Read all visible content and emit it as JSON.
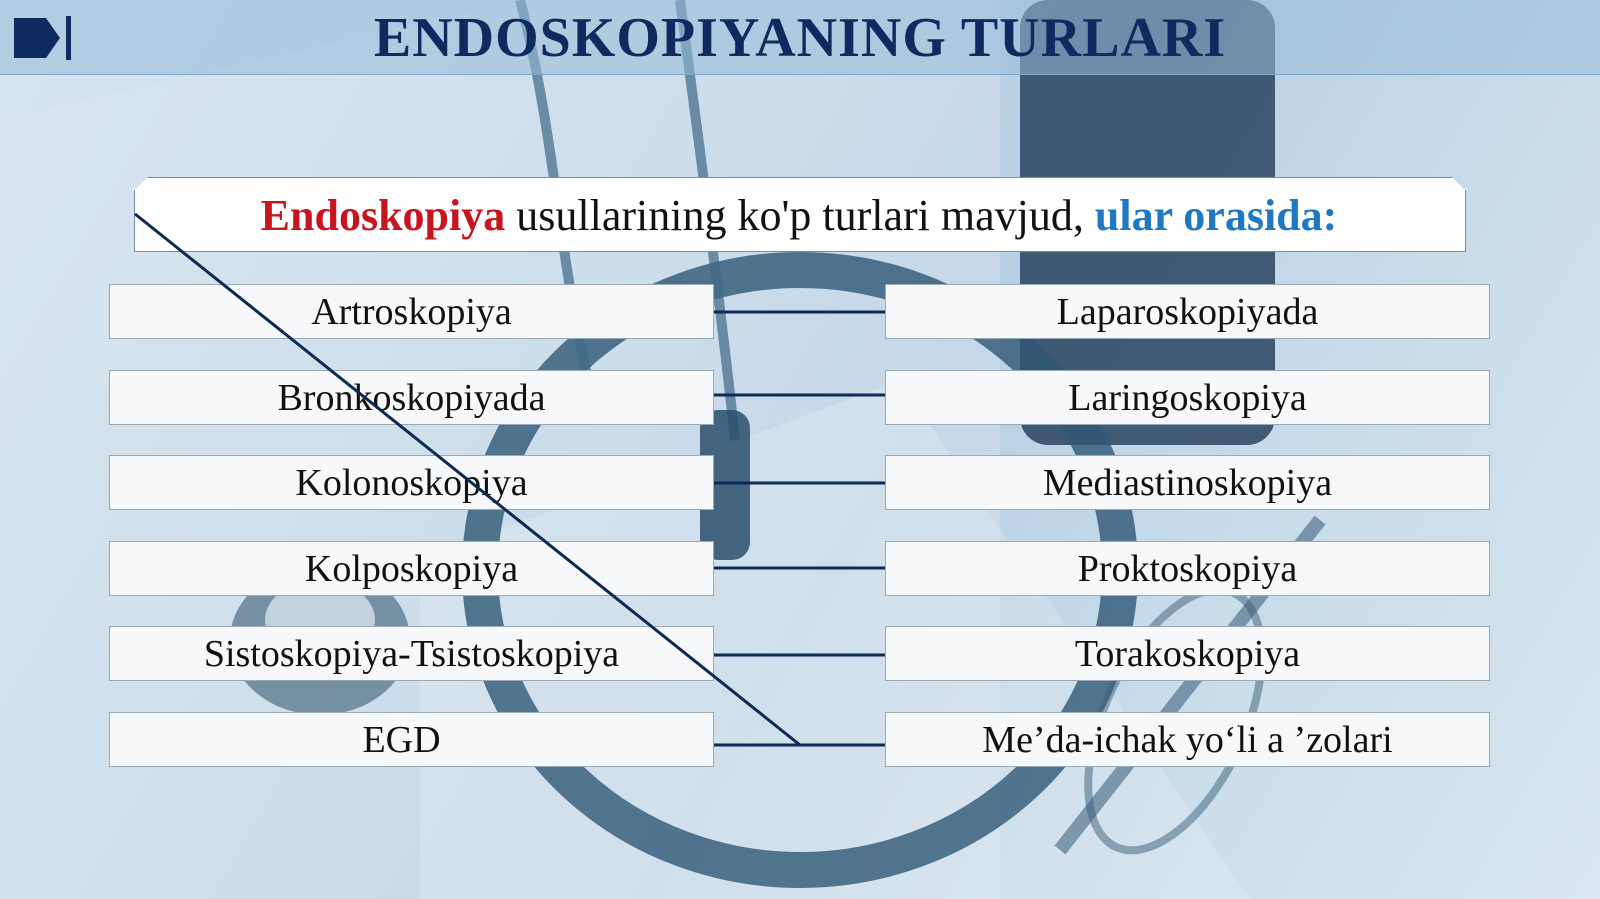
{
  "title": "ENDOSKOPIYANING TURLARI",
  "intro": {
    "highlight": "Endoskopiya",
    "middle": " usullarining ko'p turlari mavjud, ",
    "tail": "ular orasida:"
  },
  "left_items": [
    "Artroskopiya",
    "Bronkoskopiyada",
    "Kolonoskopiya",
    "Kolposkopiya",
    "Sistoskopiya-Tsistoskopiya",
    "EGD"
  ],
  "right_items": [
    "Laparoskopiyada",
    "Laringoskopiya",
    "Mediastinoskopiya",
    "Proktoskopiya",
    "Torakoskopiya",
    "Me’da-ichak yo‘li a ’zolari"
  ],
  "colors": {
    "title": "#0f2a5e",
    "highlight": "#c8141c",
    "tail": "#1f78c3",
    "connector": "#0d2a55"
  },
  "icons": {
    "logo": "play-end-icon"
  }
}
